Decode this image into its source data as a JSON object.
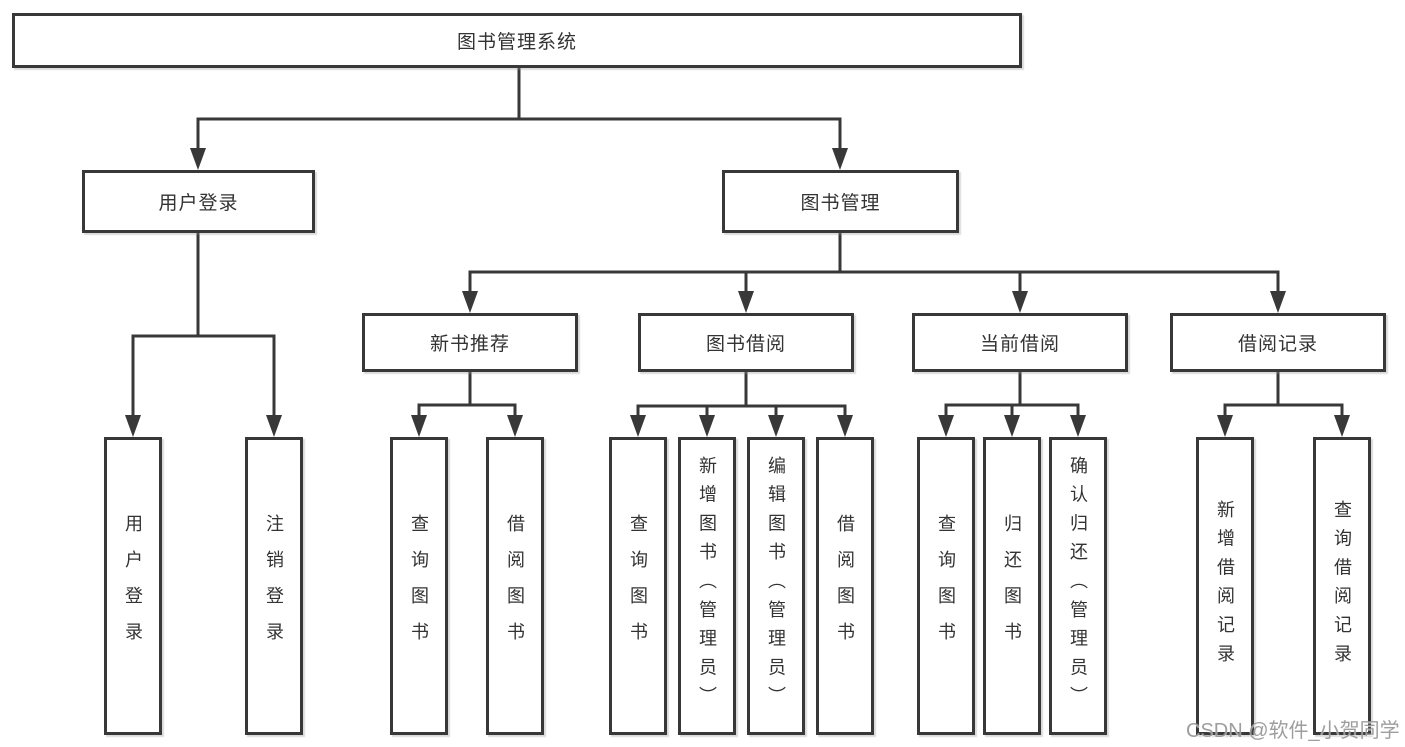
{
  "tree": {
    "label": "图书管理系统",
    "children": [
      {
        "label": "用户登录",
        "children": [
          {
            "label": "用户登录"
          },
          {
            "label": "注销登录"
          }
        ]
      },
      {
        "label": "图书管理",
        "children": [
          {
            "label": "新书推荐",
            "children": [
              {
                "label": "查询图书"
              },
              {
                "label": "借阅图书"
              }
            ]
          },
          {
            "label": "图书借阅",
            "children": [
              {
                "label": "查询图书"
              },
              {
                "label": "新增图书（管理员）"
              },
              {
                "label": "编辑图书（管理员）"
              },
              {
                "label": "借阅图书"
              }
            ]
          },
          {
            "label": "当前借阅",
            "children": [
              {
                "label": "查询图书"
              },
              {
                "label": "归还图书"
              },
              {
                "label": "确认归还（管理员）"
              }
            ]
          },
          {
            "label": "借阅记录",
            "children": [
              {
                "label": "新增借阅记录"
              },
              {
                "label": "查询借阅记录"
              }
            ]
          }
        ]
      }
    ]
  },
  "watermark": {
    "text": "CSDN @软件_小贺同学"
  },
  "colors": {
    "line": "#383838",
    "box_border": "#383838",
    "text": "#333333",
    "watermark": "#949494",
    "background": "#ffffff"
  }
}
